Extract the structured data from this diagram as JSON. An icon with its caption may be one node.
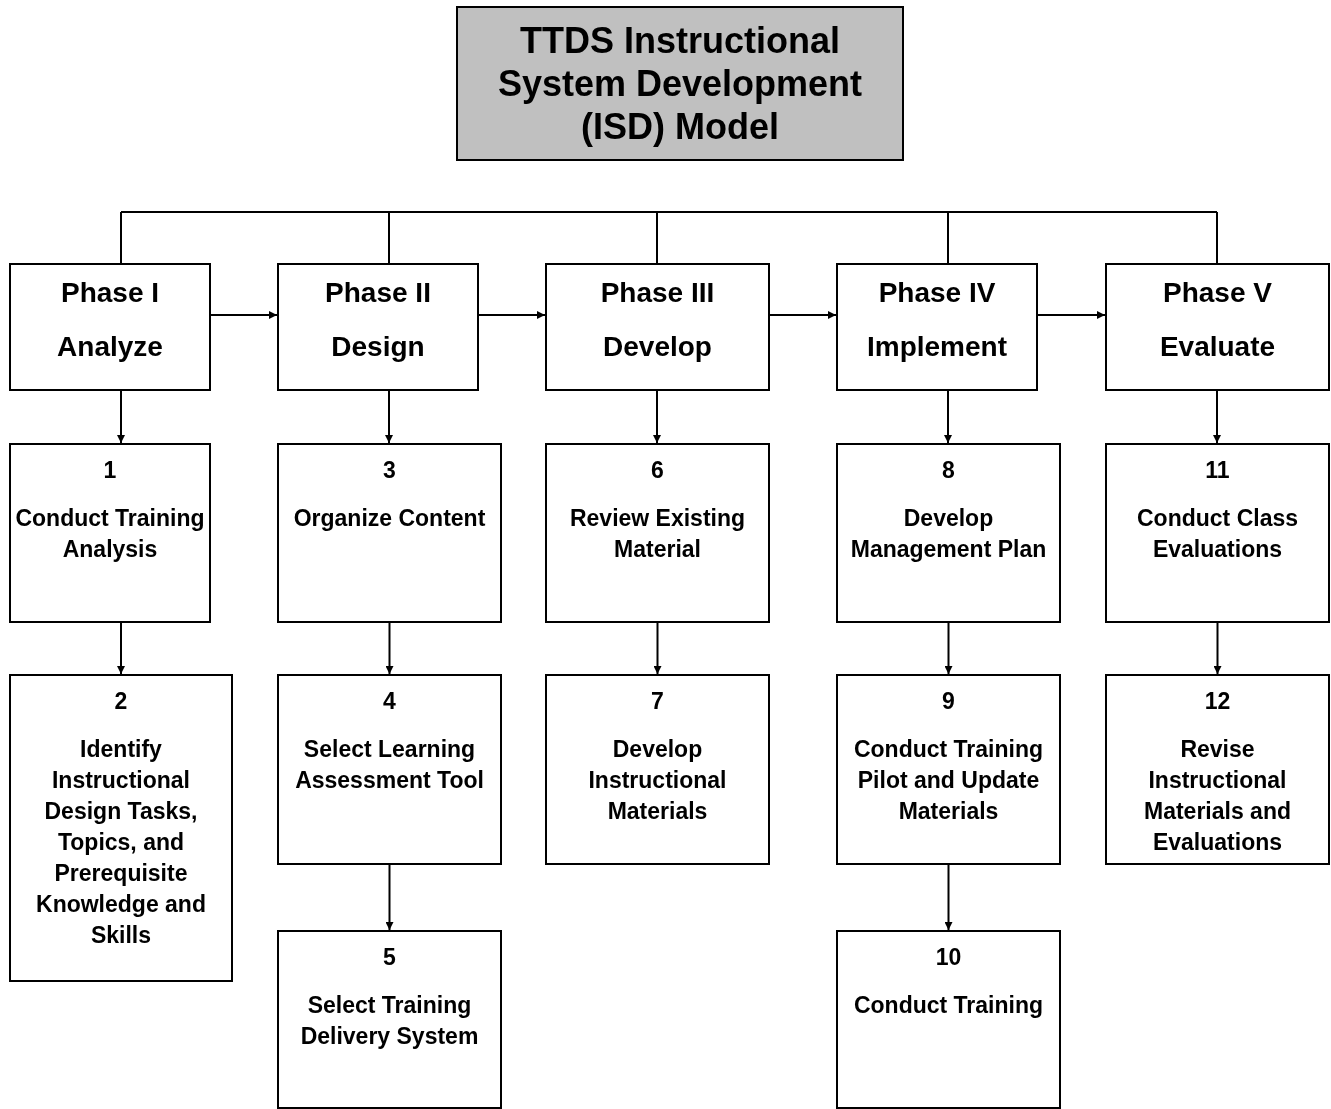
{
  "diagram": {
    "title": "TTDS Instructional System Development (ISD) Model",
    "nodes": [
      {
        "text": [
          "Phase I",
          "Analyze"
        ]
      },
      {
        "text": [
          "Phase II",
          "Design"
        ]
      },
      {
        "text": [
          "Phase III",
          "Develop"
        ]
      },
      {
        "text": [
          "Phase IV",
          "Implement"
        ]
      },
      {
        "text": [
          "Phase V",
          "Evaluate"
        ]
      },
      {
        "text": [
          "1",
          "Conduct Training Analysis"
        ]
      },
      {
        "text": [
          "2",
          "Identify Instructional Design Tasks, Topics, and Prerequisite Knowledge and Skills"
        ]
      },
      {
        "text": [
          "3",
          "Organize Content"
        ]
      },
      {
        "text": [
          "4",
          "Select Learning Assessment Tool"
        ]
      },
      {
        "text": [
          "5",
          "Select Training Delivery System"
        ]
      },
      {
        "text": [
          "6",
          "Review Existing Material"
        ]
      },
      {
        "text": [
          "7",
          "Develop Instructional Materials"
        ]
      },
      {
        "text": [
          "8",
          "Develop Management Plan"
        ]
      },
      {
        "text": [
          "9",
          "Conduct Training Pilot and Update Materials"
        ]
      },
      {
        "text": [
          "10",
          "Conduct Training"
        ]
      },
      {
        "text": [
          "11",
          "Conduct Class Evaluations"
        ]
      },
      {
        "text": [
          "12",
          "Revise Instructional Materials and Evaluations"
        ]
      }
    ],
    "edges": [
      {
        "from": 0,
        "to": 1,
        "arrow": "to"
      },
      {
        "from": 1,
        "to": 2,
        "arrow": "to"
      },
      {
        "from": 2,
        "to": 3,
        "arrow": "to"
      },
      {
        "from": 3,
        "to": 4,
        "arrow": "to"
      },
      {
        "from": 0,
        "to": 5,
        "arrow": "to"
      },
      {
        "from": 5,
        "to": 6,
        "arrow": "to"
      },
      {
        "from": 1,
        "to": 7,
        "arrow": "to"
      },
      {
        "from": 7,
        "to": 8,
        "arrow": "to"
      },
      {
        "from": 8,
        "to": 9,
        "arrow": "to"
      },
      {
        "from": 2,
        "to": 10,
        "arrow": "to"
      },
      {
        "from": 10,
        "to": 11,
        "arrow": "to"
      },
      {
        "from": 3,
        "to": 12,
        "arrow": "to"
      },
      {
        "from": 12,
        "to": 13,
        "arrow": "to"
      },
      {
        "from": 13,
        "to": 14,
        "arrow": "to"
      },
      {
        "from": 4,
        "to": 15,
        "arrow": "to"
      },
      {
        "from": 15,
        "to": 16,
        "arrow": "to"
      }
    ]
  }
}
